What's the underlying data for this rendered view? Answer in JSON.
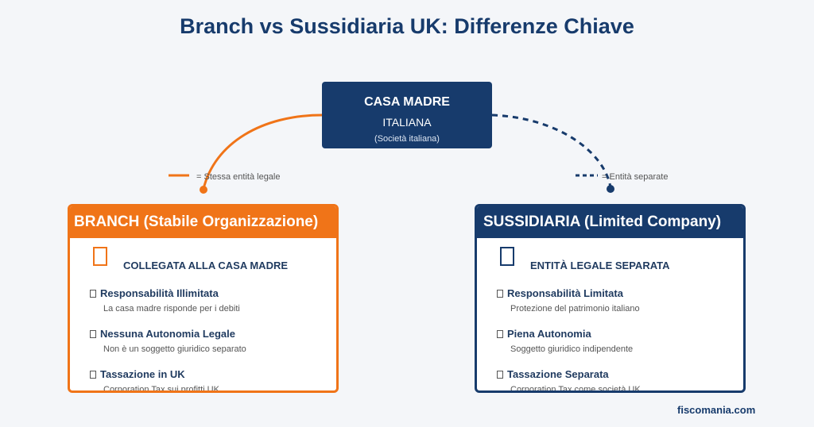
{
  "title": "Branch vs Sussidiaria UK: Differenze Chiave",
  "root": {
    "title": "CASA MADRE",
    "subtitle": "ITALIANA",
    "note": "(Società italiana)"
  },
  "legend": {
    "branch": "= Stessa entità legale",
    "subsidiary": "= Entità separate"
  },
  "branch": {
    "header": "BRANCH (Stabile Organizzazione)",
    "subtitle": "COLLEGATA ALLA CASA MADRE",
    "features": [
      {
        "title": "Responsabilità Illimitata",
        "desc": "La casa madre risponde per i debiti"
      },
      {
        "title": "Nessuna Autonomia Legale",
        "desc": "Non è un soggetto giuridico separato"
      },
      {
        "title": "Tassazione in UK",
        "desc": "Corporation Tax sui profitti UK"
      }
    ]
  },
  "subsidiary": {
    "header": "SUSSIDIARIA (Limited Company)",
    "subtitle": "ENTITÀ LEGALE SEPARATA",
    "features": [
      {
        "title": "Responsabilità Limitata",
        "desc": "Protezione del patrimonio italiano"
      },
      {
        "title": "Piena Autonomia",
        "desc": "Soggetto giuridico indipendente"
      },
      {
        "title": "Tassazione Separata",
        "desc": "Corporation Tax come società UK"
      }
    ]
  },
  "footer": "fiscomania.com",
  "colors": {
    "branch_accent": "#f07418",
    "subsidiary_accent": "#173b6c",
    "background": "#f4f6f9"
  }
}
